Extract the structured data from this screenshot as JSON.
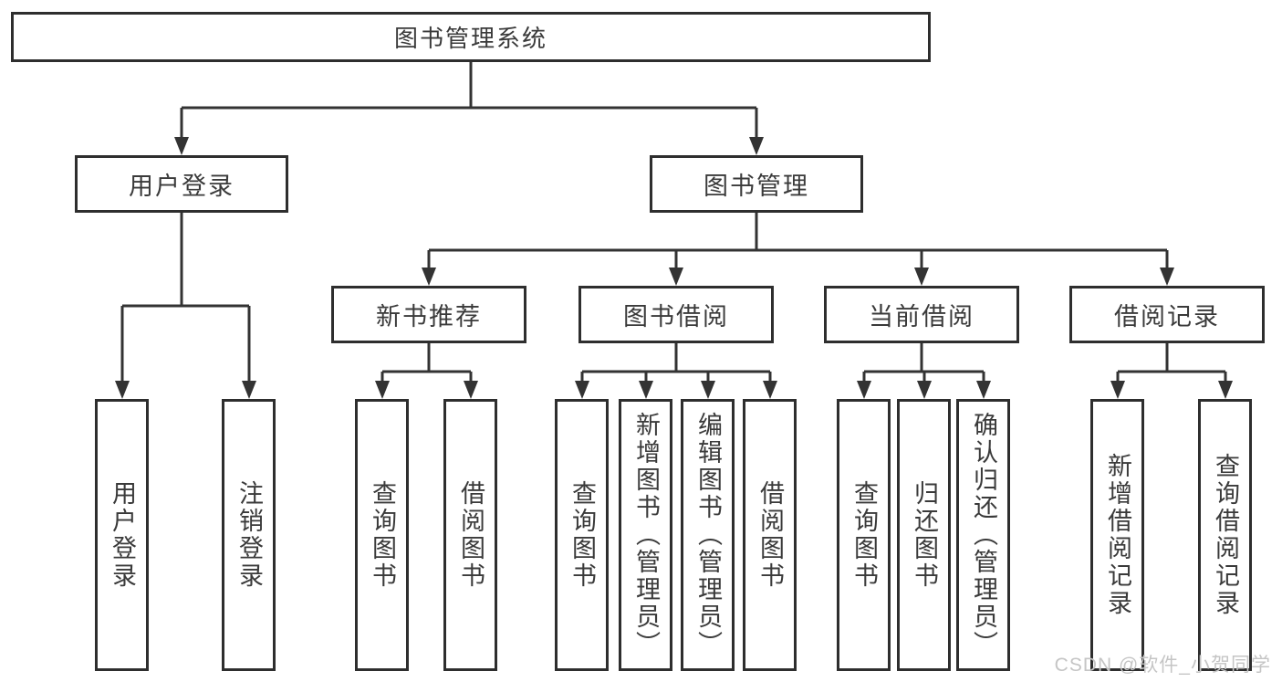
{
  "diagram": {
    "root": {
      "label": "图书管理系统"
    },
    "level2": [
      {
        "label": "用户登录"
      },
      {
        "label": "图书管理"
      }
    ],
    "level3": [
      {
        "label": "新书推荐"
      },
      {
        "label": "图书借阅"
      },
      {
        "label": "当前借阅"
      },
      {
        "label": "借阅记录"
      }
    ],
    "leaves": [
      {
        "label": "用户登录"
      },
      {
        "label": "注销登录"
      },
      {
        "label": "查询图书"
      },
      {
        "label": "借阅图书"
      },
      {
        "label": "查询图书"
      },
      {
        "label": "新增图书（管理员）"
      },
      {
        "label": "编辑图书（管理员）"
      },
      {
        "label": "借阅图书"
      },
      {
        "label": "查询图书"
      },
      {
        "label": "归还图书"
      },
      {
        "label": "确认归还（管理员）"
      },
      {
        "label": "新增借阅记录"
      },
      {
        "label": "查询借阅记录"
      }
    ],
    "colors": {
      "line": "#333333",
      "border": "#2e2e2e",
      "text": "#3a3a3a",
      "watermark": "#c5c5c5"
    },
    "watermark": "CSDN @软件_小贺同学"
  }
}
